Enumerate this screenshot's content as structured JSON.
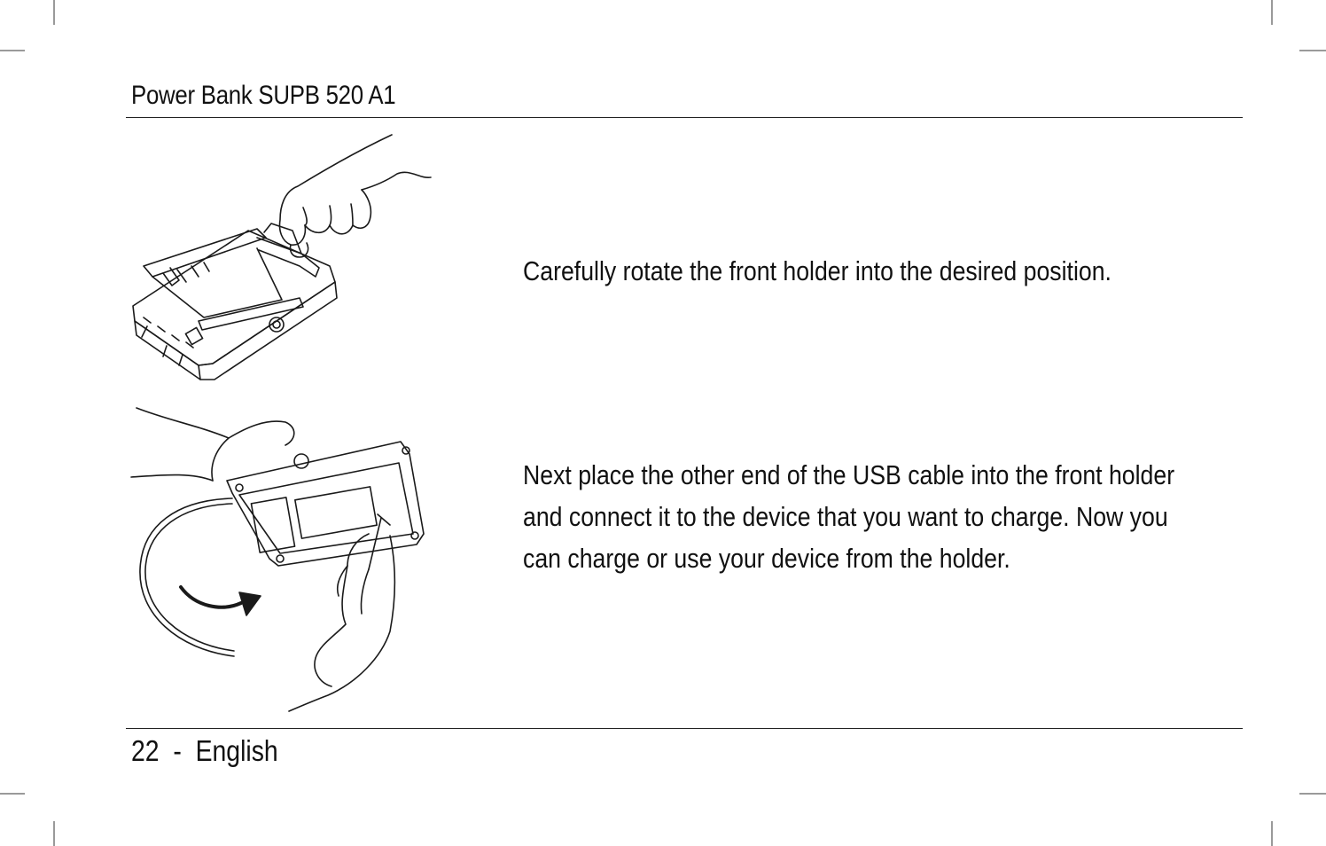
{
  "header": {
    "title": "Power Bank SUPB 520 A1"
  },
  "instructions": [
    {
      "text": "Carefully rotate the front holder into the desired position."
    },
    {
      "lines": [
        "Next place the other end of the USB cable into the front holder",
        "and connect it to the device that you want to charge. Now you",
        "can charge or use your device from the holder."
      ]
    }
  ],
  "footer": {
    "page_number": "22",
    "separator": "-",
    "language": "English"
  }
}
